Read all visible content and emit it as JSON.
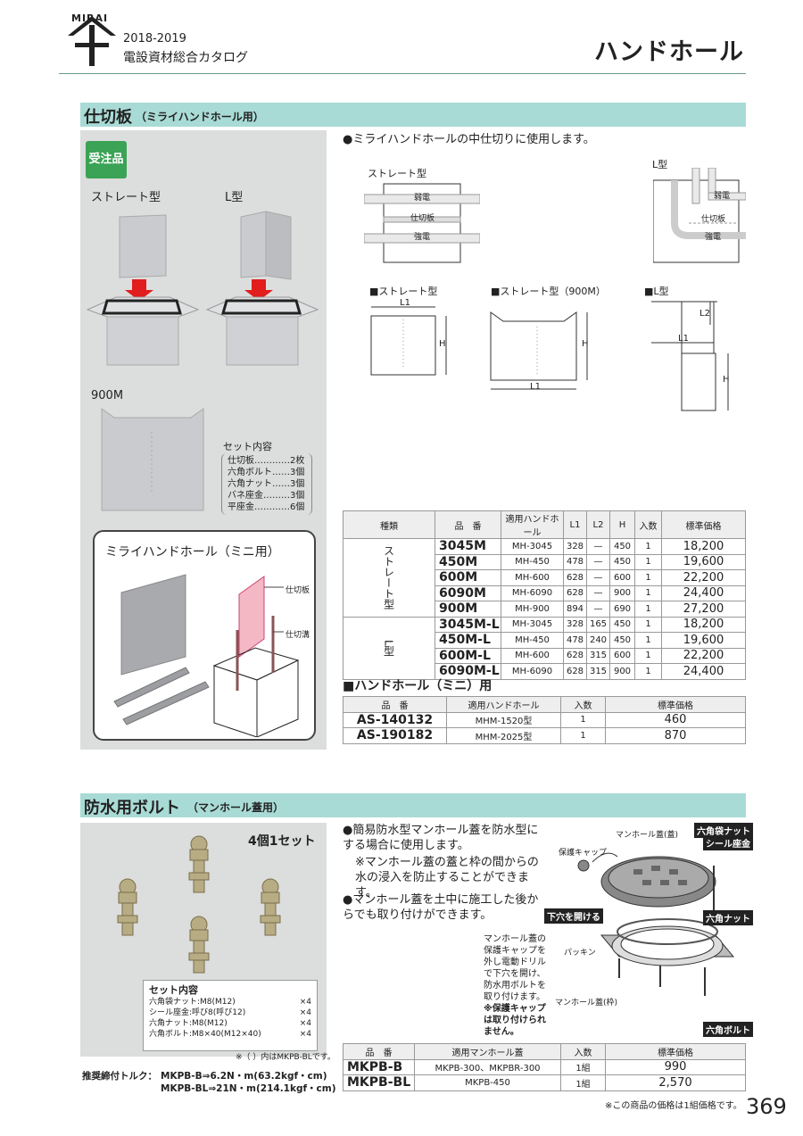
{
  "header": {
    "logo": "MIRAI",
    "catalog_year": "2018-2019",
    "catalog_title": "電設資材総合カタログ",
    "page_title": "ハンドホール"
  },
  "section1": {
    "title": "仕切板",
    "subtitle": "（ミライハンドホール用）",
    "badge": "受注品",
    "label_straight": "ストレート型",
    "label_l": "L型",
    "label_900m": "900M",
    "set_title": "セット内容",
    "set_items": [
      "仕切板…………2枚",
      "六角ボルト……3個",
      "六角ナット……3個",
      "バネ座金………3個",
      "平座金…………6個"
    ],
    "mini_title": "ミライハンドホール（ミニ用）",
    "mini_label_plate": "仕切板",
    "mini_label_groove": "仕切溝",
    "description": "●ミライハンドホールの中仕切りに使用します。",
    "diag_straight_label": "ストレート型",
    "diag_l_label": "L型",
    "diag_weak": "弱電",
    "diag_divider": "仕切板",
    "diag_strong": "強電",
    "dim_straight": "■ストレート型",
    "dim_straight900": "■ストレート型（900M）",
    "dim_l": "■L型",
    "dim_L1": "L1",
    "dim_L2": "L2",
    "dim_H": "H",
    "table_headers": [
      "種類",
      "品　番",
      "適用ハンドホール",
      "L1",
      "L2",
      "H",
      "入数",
      "標準価格"
    ],
    "type_straight": "ストレート型",
    "type_l": "L型",
    "rows": [
      {
        "code": "3045M",
        "hh": "MH-3045",
        "l1": "328",
        "l2": "—",
        "h": "450",
        "qty": "1",
        "price": "18,200"
      },
      {
        "code": "450M",
        "hh": "MH-450",
        "l1": "478",
        "l2": "—",
        "h": "450",
        "qty": "1",
        "price": "19,600"
      },
      {
        "code": "600M",
        "hh": "MH-600",
        "l1": "628",
        "l2": "—",
        "h": "600",
        "qty": "1",
        "price": "22,200"
      },
      {
        "code": "6090M",
        "hh": "MH-6090",
        "l1": "628",
        "l2": "—",
        "h": "900",
        "qty": "1",
        "price": "24,400"
      },
      {
        "code": "900M",
        "hh": "MH-900",
        "l1": "894",
        "l2": "—",
        "h": "690",
        "qty": "1",
        "price": "27,200"
      },
      {
        "code": "3045M-L",
        "hh": "MH-3045",
        "l1": "328",
        "l2": "165",
        "h": "450",
        "qty": "1",
        "price": "18,200"
      },
      {
        "code": "450M-L",
        "hh": "MH-450",
        "l1": "478",
        "l2": "240",
        "h": "450",
        "qty": "1",
        "price": "19,600"
      },
      {
        "code": "600M-L",
        "hh": "MH-600",
        "l1": "628",
        "l2": "315",
        "h": "600",
        "qty": "1",
        "price": "22,200"
      },
      {
        "code": "6090M-L",
        "hh": "MH-6090",
        "l1": "628",
        "l2": "315",
        "h": "900",
        "qty": "1",
        "price": "24,400"
      }
    ],
    "mini_table_title": "■ハンドホール（ミニ）用",
    "mini_headers": [
      "品　番",
      "適用ハンドホール",
      "入数",
      "標準価格"
    ],
    "mini_rows": [
      {
        "code": "AS-140132",
        "hh": "MHM-1520型",
        "qty": "1",
        "price": "460"
      },
      {
        "code": "AS-190182",
        "hh": "MHM-2025型",
        "qty": "1",
        "price": "870"
      }
    ]
  },
  "section2": {
    "title": "防水用ボルト",
    "subtitle": "（マンホール蓋用）",
    "set_count": "4個1セット",
    "set_title": "セット内容",
    "set_items": [
      {
        "name": "六角袋ナット:M8(M12)",
        "qty": "×4"
      },
      {
        "name": "シール座金:呼び8(呼び12)",
        "qty": "×4"
      },
      {
        "name": "六角ナット:M8(M12)",
        "qty": "×4"
      },
      {
        "name": "六角ボルト:M8×40(M12×40)",
        "qty": "×4"
      }
    ],
    "set_note": "※（ ）内はMKPB-BLです。",
    "torque_label": "推奨締付トルク：",
    "torque_1": "MKPB-B⇒6.2N・m(63.2kgf・cm)",
    "torque_2": "MKPB-BL⇒21N・m(214.1kgf・cm)",
    "desc1": "●簡易防水型マンホール蓋を防水型にする場合に使用します。",
    "desc2": "※マンホール蓋の蓋と枠の間からの水の浸入を防止することができます。",
    "desc3": "●マンホール蓋を土中に施工した後からでも取り付けができます。",
    "callout_cover": "マンホール蓋(蓋)",
    "callout_capnut": "六角袋ナット",
    "callout_seal": "シール座金",
    "callout_cap": "保護キャップ",
    "callout_drill": "下穴を開ける",
    "callout_nut": "六角ナット",
    "callout_packing": "パッキン",
    "callout_frame": "マンホール蓋(枠)",
    "callout_bolt": "六角ボルト",
    "instruction": "マンホール蓋の保護キャップを外し電動ドリルで下穴を開け、防水用ボルトを取り付けます。",
    "instruction_note": "※保護キャップは取り付けられません。",
    "table_headers": [
      "品　番",
      "適用マンホール蓋",
      "入数",
      "標準価格"
    ],
    "rows": [
      {
        "code": "MKPB-B",
        "hh": "MKPB-300、MKPBR-300",
        "qty": "1組",
        "price": "990"
      },
      {
        "code": "MKPB-BL",
        "hh": "MKPB-450",
        "qty": "1組",
        "price": "2,570"
      }
    ]
  },
  "footer": {
    "note": "※この商品の価格は1組価格です。",
    "page_number": "369"
  }
}
